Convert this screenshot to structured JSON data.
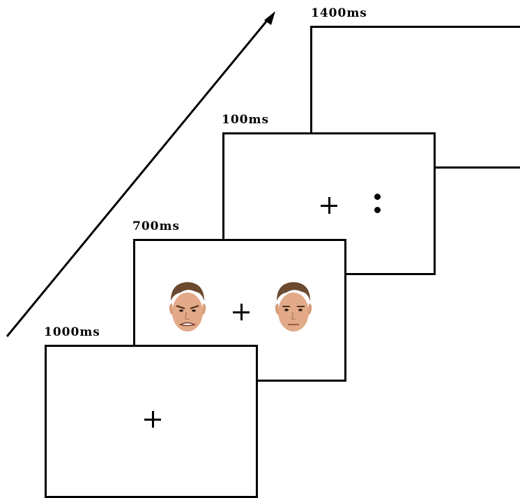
{
  "frames": {
    "iti": {
      "label": "1000ms"
    },
    "cue": {
      "label": "700ms"
    },
    "target": {
      "label": "100ms"
    },
    "response": {
      "label": "1400ms"
    }
  },
  "faces": {
    "left": "angry-face",
    "right": "neutral-face"
  },
  "colors": {
    "line": "#000000",
    "background": "#ffffff",
    "hair": "#6b4a2f",
    "skin": "#e2aa88"
  }
}
